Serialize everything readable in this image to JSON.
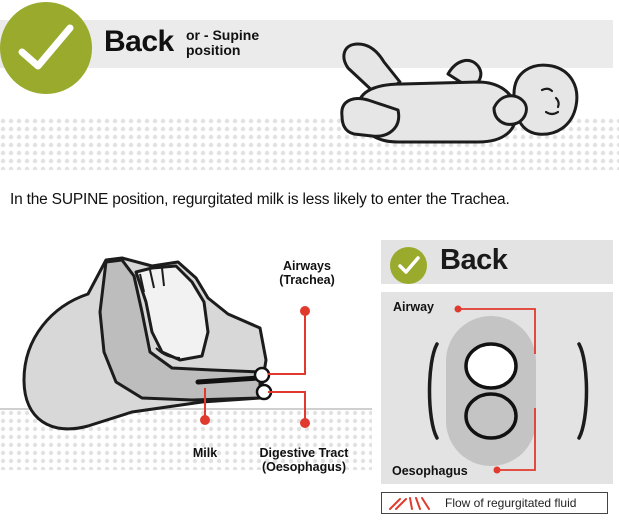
{
  "header": {
    "title": "Back",
    "subtitle_line1": "or - Supine",
    "subtitle_line2": "position"
  },
  "caption": "In the SUPINE position, regurgitated milk is less likely to enter the Trachea.",
  "diagram_labels": {
    "airways_line1": "Airways",
    "airways_line2": "(Trachea)",
    "milk": "Milk",
    "digestive_line1": "Digestive Tract",
    "digestive_line2": "(Oesophagus)"
  },
  "panel": {
    "title": "Back",
    "airway_label": "Airway",
    "oesophagus_label": "Oesophagus"
  },
  "legend": {
    "label": "Flow of regurgitated fluid"
  },
  "colors": {
    "accent_green": "#9aaa2c",
    "marker_red": "#e03a2e",
    "panel_grey": "#e3e3e3",
    "body_grey": "#d5d5d5"
  },
  "icons": [
    "check-icon",
    "baby-illustration",
    "head-cross-section-illustration",
    "airway-cross-section-illustration"
  ]
}
